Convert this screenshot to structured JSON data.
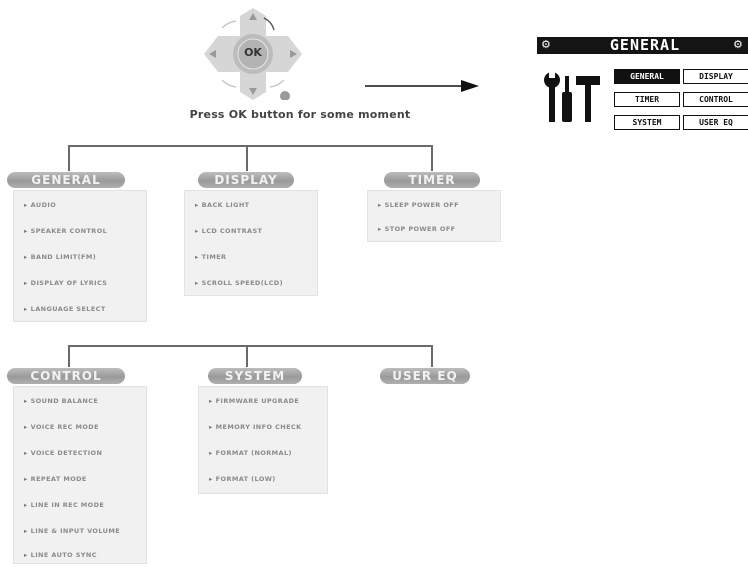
{
  "hint": "Press OK button for some moment",
  "dpad": {
    "ok": "OK"
  },
  "lcd": {
    "title": "GENERAL",
    "buttons": [
      "GENERAL",
      "DISPLAY",
      "TIMER",
      "CONTROL",
      "SYSTEM",
      "USER EQ"
    ]
  },
  "menus": {
    "general": {
      "title": "GENERAL",
      "items": [
        "AUDIO",
        "SPEAKER CONTROL",
        "BAND LIMIT(FM)",
        "DISPLAY OF LYRICS",
        "LANGUAGE SELECT"
      ]
    },
    "display": {
      "title": "DISPLAY",
      "items": [
        "BACK LIGHT",
        "LCD CONTRAST",
        "TIMER",
        "SCROLL SPEED(LCD)"
      ]
    },
    "timer": {
      "title": "TIMER",
      "items": [
        "SLEEP POWER OFF",
        "STOP POWER OFF"
      ]
    },
    "control": {
      "title": "CONTROL",
      "items": [
        "SOUND BALANCE",
        "VOICE REC MODE",
        "VOICE DETECTION",
        "REPEAT MODE",
        "LINE IN REC MODE",
        "LINE & INPUT VOLUME",
        "LINE AUTO SYNC"
      ]
    },
    "system": {
      "title": "SYSTEM",
      "items": [
        "FIRMWARE UPGRADE",
        "MEMORY INFO CHECK",
        "FORMAT (NORMAL)",
        "FORMAT (LOW)"
      ]
    },
    "usereq": {
      "title": "USER EQ",
      "items": []
    }
  }
}
